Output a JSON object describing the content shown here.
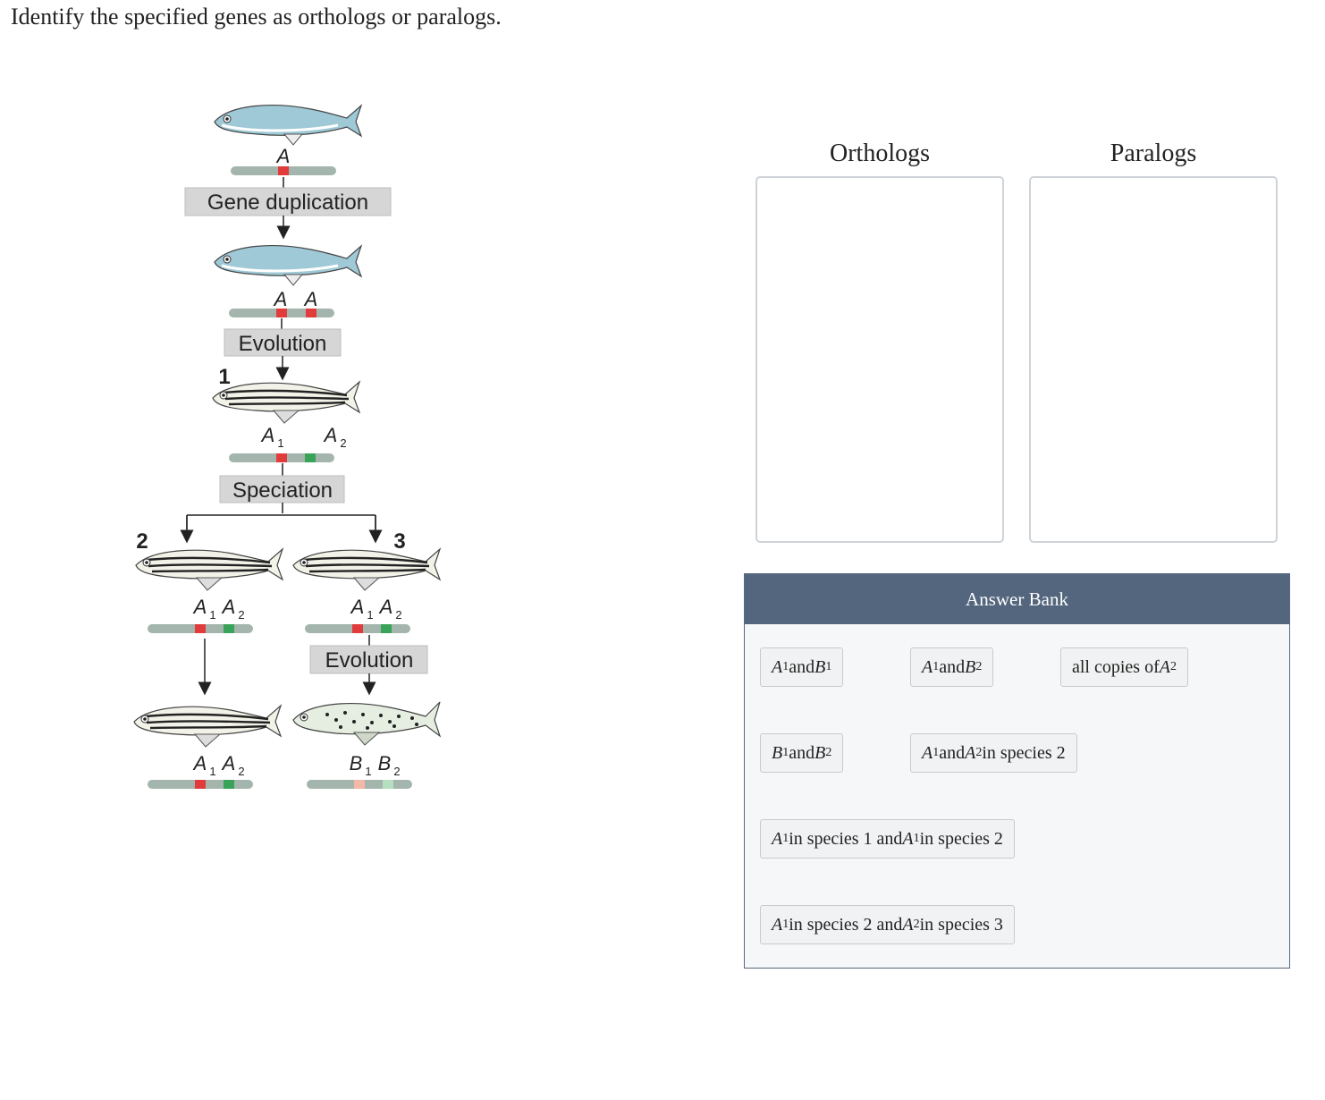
{
  "question": "Identify the specified genes as orthologs or paralogs.",
  "columns": {
    "orthologs": "Orthologs",
    "paralogs": "Paralogs"
  },
  "answer_bank": {
    "title": "Answer Bank",
    "items": [
      {
        "parts": [
          [
            "v",
            "A"
          ],
          [
            "s",
            "1"
          ],
          [
            "t",
            " and "
          ],
          [
            "v",
            "B"
          ],
          [
            "s",
            "1"
          ]
        ]
      },
      {
        "parts": [
          [
            "v",
            "A"
          ],
          [
            "s",
            "1"
          ],
          [
            "t",
            " and "
          ],
          [
            "v",
            "B"
          ],
          [
            "s",
            "2"
          ]
        ]
      },
      {
        "parts": [
          [
            "t",
            "all copies of "
          ],
          [
            "v",
            "A"
          ],
          [
            "s",
            "2"
          ]
        ]
      },
      {
        "parts": [
          [
            "v",
            "B"
          ],
          [
            "s",
            "1"
          ],
          [
            "t",
            " and "
          ],
          [
            "v",
            "B"
          ],
          [
            "s",
            "2"
          ]
        ]
      },
      {
        "parts": [
          [
            "v",
            "A"
          ],
          [
            "s",
            "1"
          ],
          [
            "t",
            " and "
          ],
          [
            "v",
            "A"
          ],
          [
            "s",
            "2"
          ],
          [
            "t",
            " in species 2"
          ]
        ]
      },
      {
        "parts": [
          [
            "v",
            "A"
          ],
          [
            "s",
            "1"
          ],
          [
            "t",
            " in species 1 and "
          ],
          [
            "v",
            "A"
          ],
          [
            "s",
            "1"
          ],
          [
            "t",
            " in species 2"
          ]
        ]
      },
      {
        "parts": [
          [
            "v",
            "A"
          ],
          [
            "s",
            "1"
          ],
          [
            "t",
            " in species 2 and "
          ],
          [
            "v",
            "A"
          ],
          [
            "s",
            "2"
          ],
          [
            "t",
            " in species 3"
          ]
        ]
      }
    ]
  },
  "diagram": {
    "step_gene_duplication": "Gene duplication",
    "step_evolution": "Evolution",
    "step_speciation": "Speciation",
    "step_evolution_2": "Evolution",
    "species_1": "1",
    "species_2": "2",
    "species_3": "3",
    "gene_a": "A",
    "gene_a1": "A",
    "gene_a2": "A",
    "gene_b": "B",
    "sub_1": "1",
    "sub_2": "2",
    "colors": {
      "chromosome": "#a3b5ad",
      "gene_red": "#e23b3b",
      "gene_green": "#3aa35a",
      "gene_pink": "#f4b8a8",
      "gene_lightgreen": "#b5dfbf",
      "label_bg": "#d6d6d6"
    },
    "fish_icons": [
      "silver-fish-icon",
      "silver-fish-icon",
      "striped-zebrafish-icon",
      "striped-zebrafish-icon",
      "striped-zebrafish-icon",
      "striped-zebrafish-icon",
      "spotted-fish-icon"
    ]
  }
}
